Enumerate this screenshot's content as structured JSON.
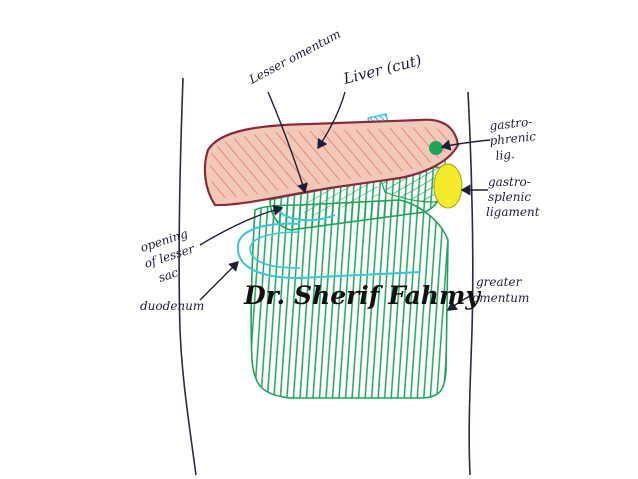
{
  "labels": {
    "lesser_omentum": "Lesser omentum",
    "liver": "Liver (cut)",
    "gastrophrenic_1": "gastro-",
    "gastrophrenic_2": "phrenic",
    "gastrophrenic_3": "lig.",
    "gastrosplenic_1": "gastro-",
    "gastrosplenic_2": "splenic",
    "gastrosplenic_3": "ligament",
    "opening_1": "opening",
    "opening_2": "of lesser",
    "opening_3": "sac",
    "duodenum": "duodenum",
    "greater_1": "greater",
    "greater_2": "omentum"
  },
  "watermark": "Dr. Sherif Fahmy",
  "colors": {
    "liver_outline": "#8a2a3a",
    "liver_fill": "#f2c9b8",
    "liver_hatch": "#e07a6a",
    "omentum_green": "#1fa35a",
    "duodenum_cyan": "#38c6d8",
    "spleen_yellow": "#f2ea2a",
    "ink": "#1e1e3c"
  }
}
